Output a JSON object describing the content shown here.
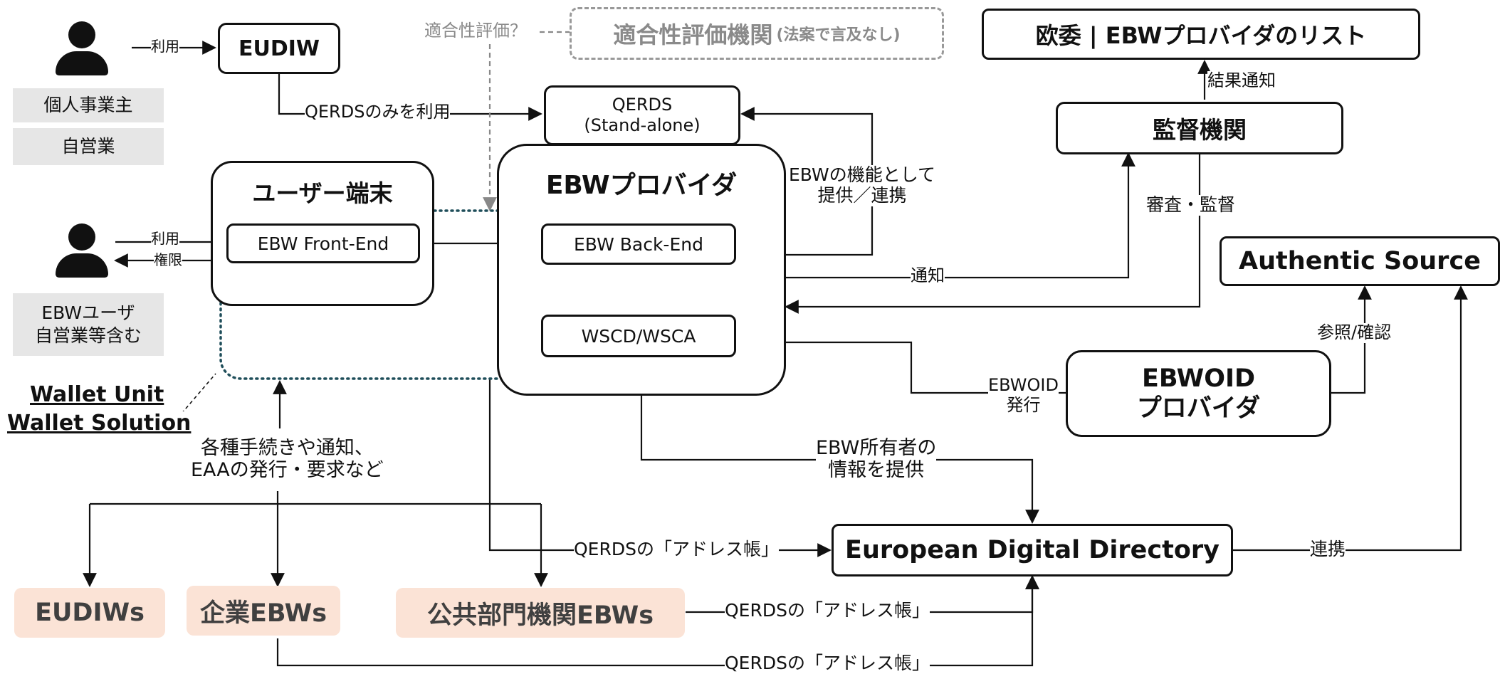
{
  "colors": {
    "accent_dotted": "#1f4e5a",
    "peach": "#fbe3d6",
    "gray_box": "#e6e6e6",
    "muted_text": "#808080"
  },
  "nodes": {
    "eudiw": "EUDIW",
    "conformity_body": "適合性評価機関",
    "conformity_body_note": "(法案で言及なし)",
    "ec_list": "欧委 | EBWプロバイダのリスト",
    "qerds_line1": "QERDS",
    "qerds_line2": "(Stand-alone)",
    "supervisor": "監督機関",
    "user_terminal": "ユーザー端末",
    "ebw_provider": "EBWプロバイダ",
    "ebw_front_end": "EBW Front-End",
    "ebw_back_end": "EBW Back-End",
    "wscd": "WSCD/WSCA",
    "authentic_source": "Authentic Source",
    "ebwoid_line1": "EBWOID",
    "ebwoid_line2": "プロバイダ",
    "edd": "European Digital Directory",
    "eudiws": "EUDIWs",
    "company_ebws": "企業EBWs",
    "public_ebws": "公共部門機関EBWs"
  },
  "actors": {
    "sole_line1": "個人事業主",
    "sole_line2": "自営業",
    "ebw_user_line1": "EBWユーザ",
    "ebw_user_line2": "自営業等含む"
  },
  "wallet_labels": {
    "unit": "Wallet Unit",
    "solution": "Wallet Solution"
  },
  "edges": {
    "use1": "利用",
    "qerds_only": "QERDSのみを利用",
    "conformity_q": "適合性評価？",
    "result_notice": "結果通知",
    "provide_line1": "EBWの機能として",
    "provide_line2": "提供／連携",
    "review": "審査・監督",
    "use2": "利用",
    "authority": "権限",
    "notify": "通知",
    "ref_confirm": "参照/確認",
    "ebwoid_issue_line1": "EBWOID",
    "ebwoid_issue_line2": "発行",
    "procedures_line1": "各種手続きや通知、",
    "procedures_line2": "EAAの発行・要求など",
    "owner_info_line1": "EBW所有者の",
    "owner_info_line2": "情報を提供",
    "address_book_1": "QERDSの「アドレス帳」",
    "address_book_2": "QERDSの「アドレス帳」",
    "address_book_3": "QERDSの「アドレス帳」",
    "link": "連携"
  }
}
